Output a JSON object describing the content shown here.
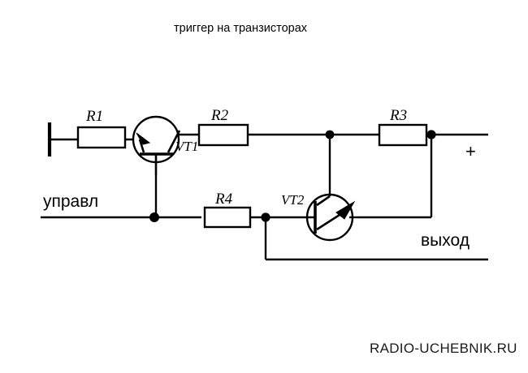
{
  "document": {
    "title": "триггер на транзисторах",
    "watermark": "RADIO-UCHEBNIK.RU",
    "background_color": "#ffffff",
    "line_color": "#000000"
  },
  "schematic": {
    "type": "transistor-trigger-circuit",
    "resistors": [
      {
        "id": "R1",
        "label": "R1"
      },
      {
        "id": "R2",
        "label": "R2"
      },
      {
        "id": "R3",
        "label": "R3"
      },
      {
        "id": "R4",
        "label": "R4"
      }
    ],
    "transistors": [
      {
        "id": "VT1",
        "label": "VT1",
        "type": "pnp"
      },
      {
        "id": "VT2",
        "label": "VT2",
        "type": "pnp"
      }
    ],
    "ports": [
      {
        "id": "control",
        "label": "управл"
      },
      {
        "id": "output",
        "label": "выход"
      },
      {
        "id": "supply",
        "label": "+"
      }
    ]
  }
}
